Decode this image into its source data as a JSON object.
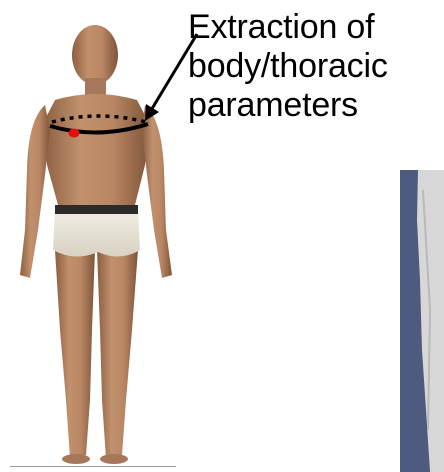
{
  "annotation": {
    "lines": [
      "Extraction of",
      "body/thoracic",
      "parameters"
    ]
  },
  "colors": {
    "skin": "#b68462",
    "skin_shadow": "#8a5e42",
    "underwear": "#e6e1d6",
    "waistband": "#2b2b2b",
    "measure_line": "#000000",
    "landmark_point": "#e01010",
    "scan_background": "#4e5a7e",
    "scan_body": "#d7d7d7"
  },
  "icons": {
    "human_model": "body-model-icon",
    "arrow": "arrow-icon",
    "landmark": "marker-dot-icon"
  }
}
